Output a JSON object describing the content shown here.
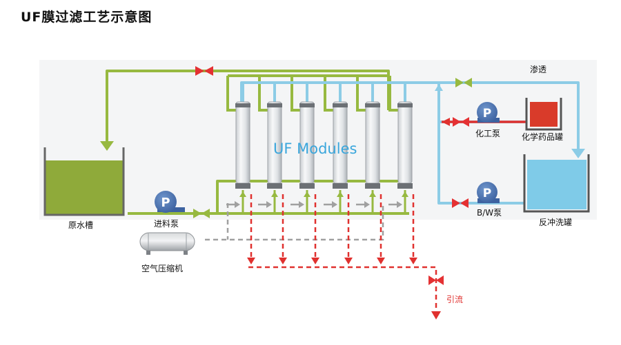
{
  "title": "UF膜过滤工艺示意图",
  "labels": {
    "raw_tank": "原水槽",
    "feed_pump": "进料泵",
    "air_compressor": "空气压缩机",
    "uf_modules": "UF Modules",
    "permeate": "渗透",
    "chem_pump": "化工泵",
    "chem_tank": "化学药品罐",
    "bw_pump": "B/W泵",
    "backwash_tank": "反冲洗罐",
    "drain": "引流",
    "pump_letter": "P"
  },
  "colors": {
    "feed_green": "#97b940",
    "permeate_blue": "#8ccce6",
    "drain_red": "#e0312f",
    "air_gray": "#9a9a9a",
    "valve_red": "#e43133",
    "tank_green": "#8faa3a",
    "tank_blue": "#7fcbe8",
    "chem_red": "#d93b2a",
    "pump_blue": "#4e79b6"
  },
  "module_count": 6
}
